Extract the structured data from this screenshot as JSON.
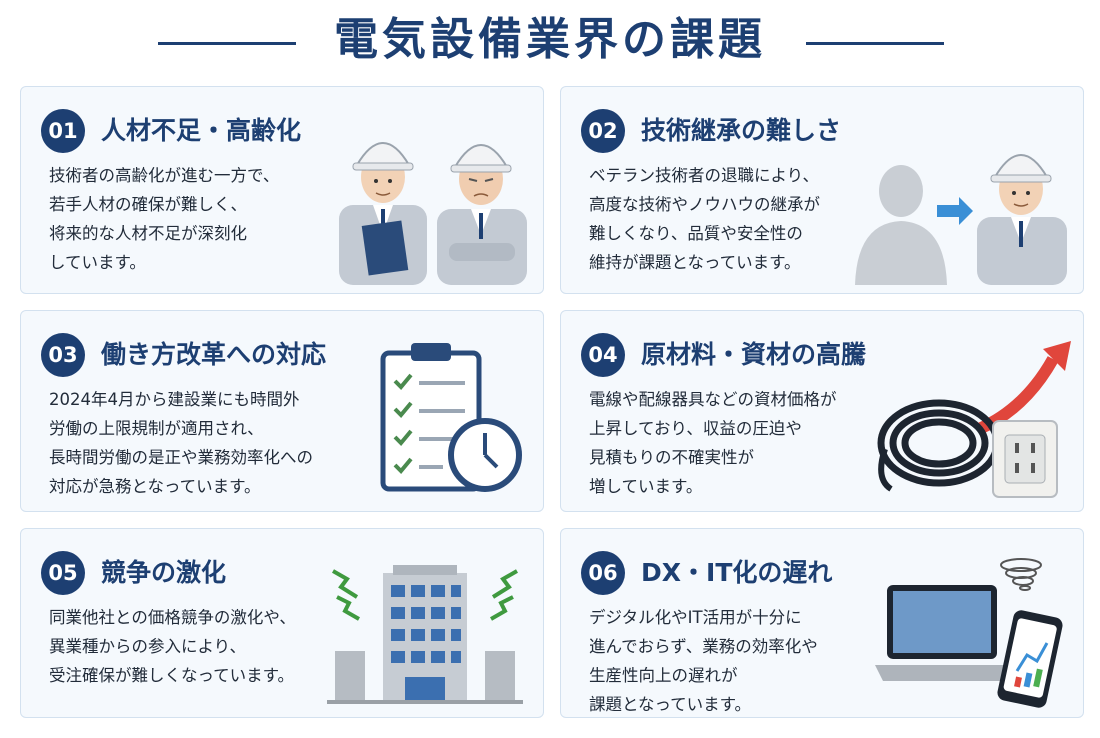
{
  "header": {
    "title": "電気設備業界の課題"
  },
  "cards": [
    {
      "number": "01",
      "title": "人材不足・高齢化",
      "lines": [
        "技術者の高齢化が進む一方で、",
        "若手人材の確保が難しく、",
        "将来的な人材不足が深刻化",
        "しています。"
      ],
      "icon": "two-workers-illustration"
    },
    {
      "number": "02",
      "title": "技術継承の難しさ",
      "lines": [
        "ベテラン技術者の退職により、",
        "高度な技術やノウハウの継承が",
        "難しくなり、品質や安全性の",
        "維持が課題となっています。"
      ],
      "icon": "knowledge-transfer-illustration"
    },
    {
      "number": "03",
      "title": "働き方改革への対応",
      "lines": [
        "2024年4月から建設業にも時間外",
        "労働の上限規制が適用され、",
        "長時間労働の是正や業務効率化への",
        "対応が急務となっています。"
      ],
      "icon": "checklist-clock-illustration"
    },
    {
      "number": "04",
      "title": "原材料・資材の高騰",
      "lines": [
        "電線や配線器具などの資材価格が",
        "上昇しており、収益の圧迫や",
        "見積もりの不確実性が",
        "増しています。"
      ],
      "icon": "cable-outlet-rising-arrow-illustration"
    },
    {
      "number": "05",
      "title": "競争の激化",
      "lines": [
        "同業他社との価格競争の激化や、",
        "異業種からの参入により、",
        "受注確保が難しくなっています。"
      ],
      "icon": "buildings-competition-illustration"
    },
    {
      "number": "06",
      "title": "DX・IT化の遅れ",
      "lines": [
        "デジタル化やIT活用が十分に",
        "進んでおらず、業務の効率化や",
        "生産性向上の遅れが",
        "課題となっています。"
      ],
      "icon": "laptop-smartphone-illustration"
    }
  ],
  "colors": {
    "primary": "#1d3f72",
    "card_bg": "#f5f9fd",
    "card_border": "#d3e1ef",
    "accent_arrow": "#e0463c",
    "accent_green": "#4caf50"
  }
}
